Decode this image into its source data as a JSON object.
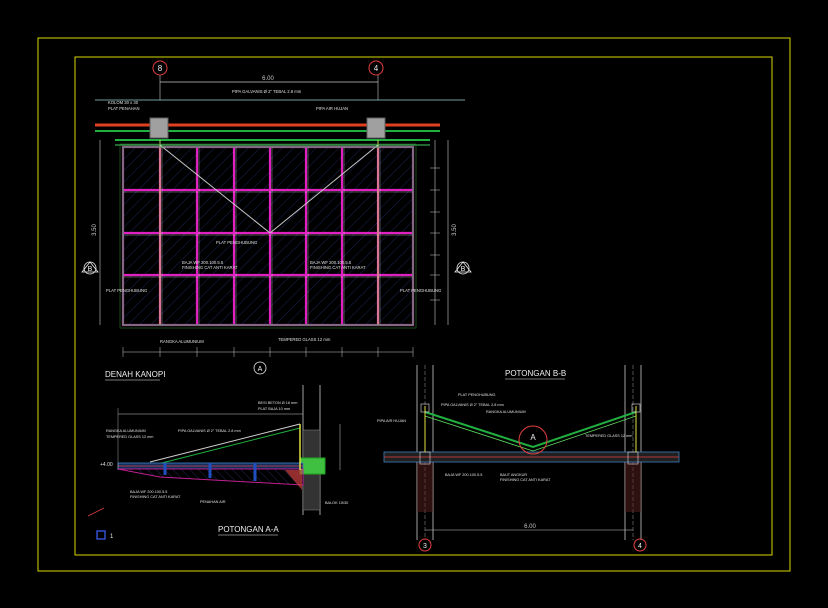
{
  "grid_marks": {
    "top_left": "8",
    "top_right": "4",
    "bottom_left": "3",
    "bottom_right": "4"
  },
  "plan": {
    "title": "DENAH KANOPI",
    "overall_dim": "6.00",
    "side_dim": "3.50",
    "notes": {
      "kolom": "KOLOM 30 x 30",
      "plat_penahan": "PLAT PENAHAN",
      "pipa_galvanis": "PIPA GALVANIS Ø 2\" TEBAL 2.8 mm",
      "pipa_air": "PIPA AIR HUJAN",
      "plat_penghubung": "PLAT PENGHUBUNG",
      "baja_kiri": "BAJA WF 200.100.5.5",
      "baja_kiri_sub": "FINISHING CAT ANTI KARAT",
      "baja_kanan": "BAJA WF 200.100.5.5",
      "baja_kanan_sub": "FINISHING CAT ANTI KARAT",
      "plat_kiri": "PLAT PENGHUBUNG",
      "plat_kanan": "PLAT PENGHUBUNG",
      "rangka": "RANGKA ALUMUNIUM",
      "tempered": "TEMPERED GLASS 12 mm"
    },
    "section_mark_left": "B",
    "section_mark_right": "B",
    "section_mark_bottom": "A"
  },
  "section_a": {
    "title": "POTONGAN A-A",
    "level": "+4.00",
    "notes": {
      "n1": "BESI BETON Ø 16 mm",
      "n2": "PLAT BAJA 10 mm",
      "n3": "RANGKA ALUMUNIUM",
      "n4": "PIPA GALVANIS Ø 2\" TEBAL 2.8 mm",
      "n5": "TEMPERED GLASS 12 mm",
      "n6": "BAJA WF 200.100.5.5",
      "n7": "FINISHING CAT ANTI KARAT",
      "n8": "PENAHAN AIR",
      "n9": "BALOK 15/30"
    }
  },
  "section_b": {
    "title": "POTONGAN B-B",
    "dim": "6.00",
    "callout": "A",
    "notes": {
      "n1": "PLAT PENGHUBUNG",
      "n2": "PIPA GALVANIS Ø 2\" TEBAL 2.8 mm",
      "n3": "RANGKA ALUMUNIUM",
      "n4": "TEMPERED GLASS 12 mm",
      "n5": "PIPA AIR HUJAN",
      "n6": "BAJA WF 200.100.5.5",
      "n7": "BAUT ANGKUR",
      "n8": "FINISHING CAT ANTI KARAT"
    }
  },
  "legend_mark": "1"
}
